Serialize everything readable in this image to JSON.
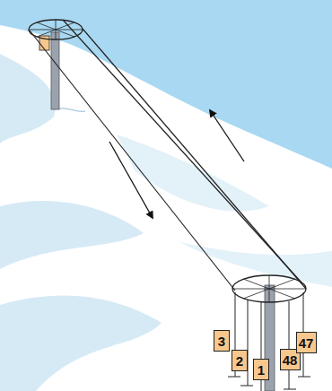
{
  "diagram": {
    "nodes": [
      {
        "text": [
          "3"
        ]
      },
      {
        "text": [
          "2"
        ]
      },
      {
        "text": [
          "1"
        ]
      },
      {
        "text": [
          "48"
        ]
      },
      {
        "text": [
          "47"
        ]
      }
    ]
  }
}
